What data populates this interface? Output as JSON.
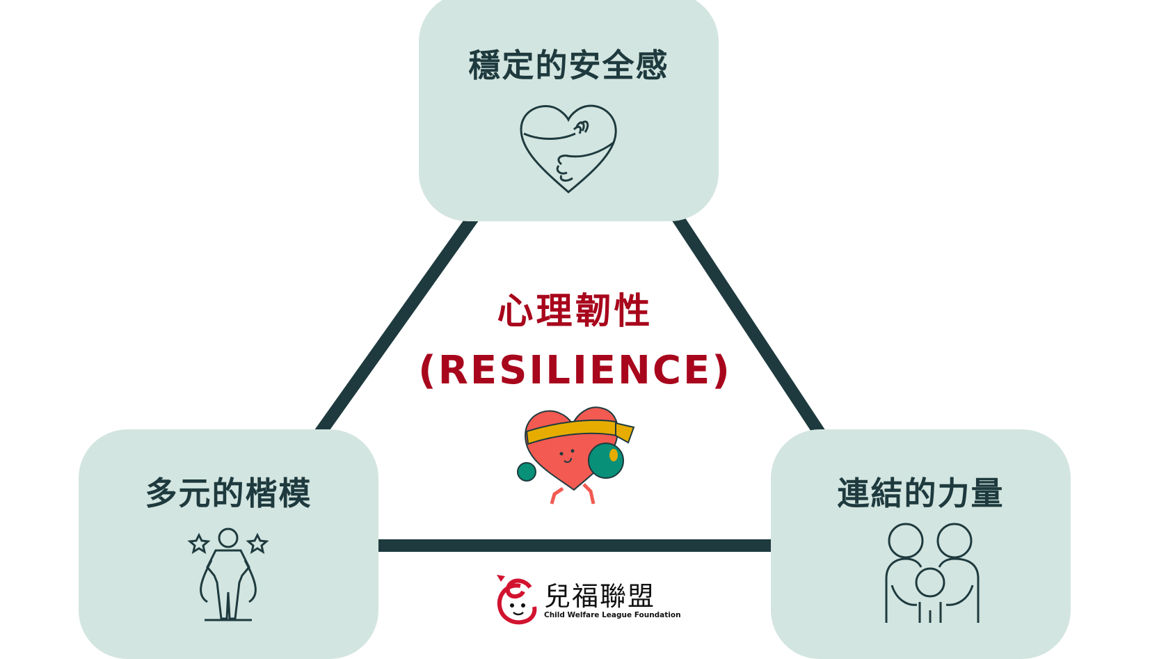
{
  "nodes": {
    "top": {
      "title": "穩定的安全感",
      "icon": "heart-hug-icon"
    },
    "left": {
      "title": "多元的楷模",
      "icon": "hero-person-icon"
    },
    "right": {
      "title": "連結的力量",
      "icon": "family-icon"
    }
  },
  "center": {
    "title_zh": "心理韌性",
    "title_en": "(RESILIENCE)",
    "icon": "boxing-heart-mascot-icon"
  },
  "logo": {
    "name_zh": "兒福聯盟",
    "name_en": "Child Welfare League Foundation"
  },
  "colors": {
    "box": "#d3e5e0",
    "line": "#1e3a3e",
    "accent": "#a8061c"
  }
}
